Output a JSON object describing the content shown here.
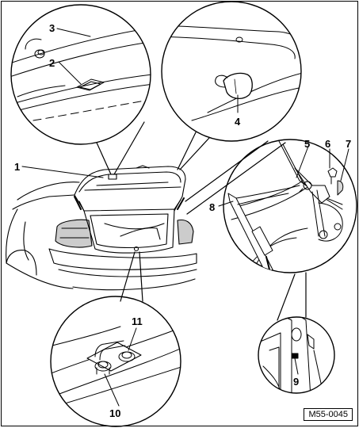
{
  "diagram": {
    "callouts": [
      "1",
      "2",
      "3",
      "4",
      "5",
      "6",
      "7",
      "8",
      "9",
      "10",
      "11"
    ],
    "reference_code": "M55-0045"
  }
}
